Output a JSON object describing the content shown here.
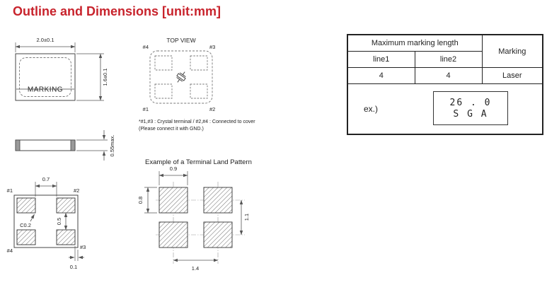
{
  "colors": {
    "accent": "#c8232c"
  },
  "title": "Outline and Dimensions [unit:mm]",
  "front_view": {
    "marking": "MARKING",
    "width_dim": "2.0±0.1",
    "height_dim": "1.6±0.1"
  },
  "side_view": {
    "height_dim": "0.55max."
  },
  "bottom_view": {
    "pin1": "#1",
    "pin2": "#2",
    "pin3": "#3",
    "pin4": "#4",
    "pad_width_dim": "0.7",
    "chamfer_dim": "C0.2",
    "pad_gap_dim": "0.5",
    "edge_offset_dim": "0.1"
  },
  "top_view": {
    "label": "TOP VIEW",
    "pin1": "#1",
    "pin2": "#2",
    "pin3": "#3",
    "pin4": "#4",
    "note_line1": "*#1,#3 : Crystal terminal / #2,#4 : Connected to cover",
    "note_line2": "(Please connect it with GND.)"
  },
  "land_pattern": {
    "title": "Example of a Terminal Land Pattern",
    "pad_width_dim": "0.9",
    "pad_height_dim": "0.8",
    "vertical_pitch_dim": "1.1",
    "horizontal_pitch_dim": "1.4"
  },
  "marking_table": {
    "header": "Maximum marking length",
    "marking_col": "Marking",
    "line1_label": "line1",
    "line2_label": "line2",
    "line1_value": "4",
    "line2_value": "4",
    "marking_value": "Laser",
    "example_label": "ex.)",
    "example_line1": "26 . 0",
    "example_line2": "S G A"
  }
}
